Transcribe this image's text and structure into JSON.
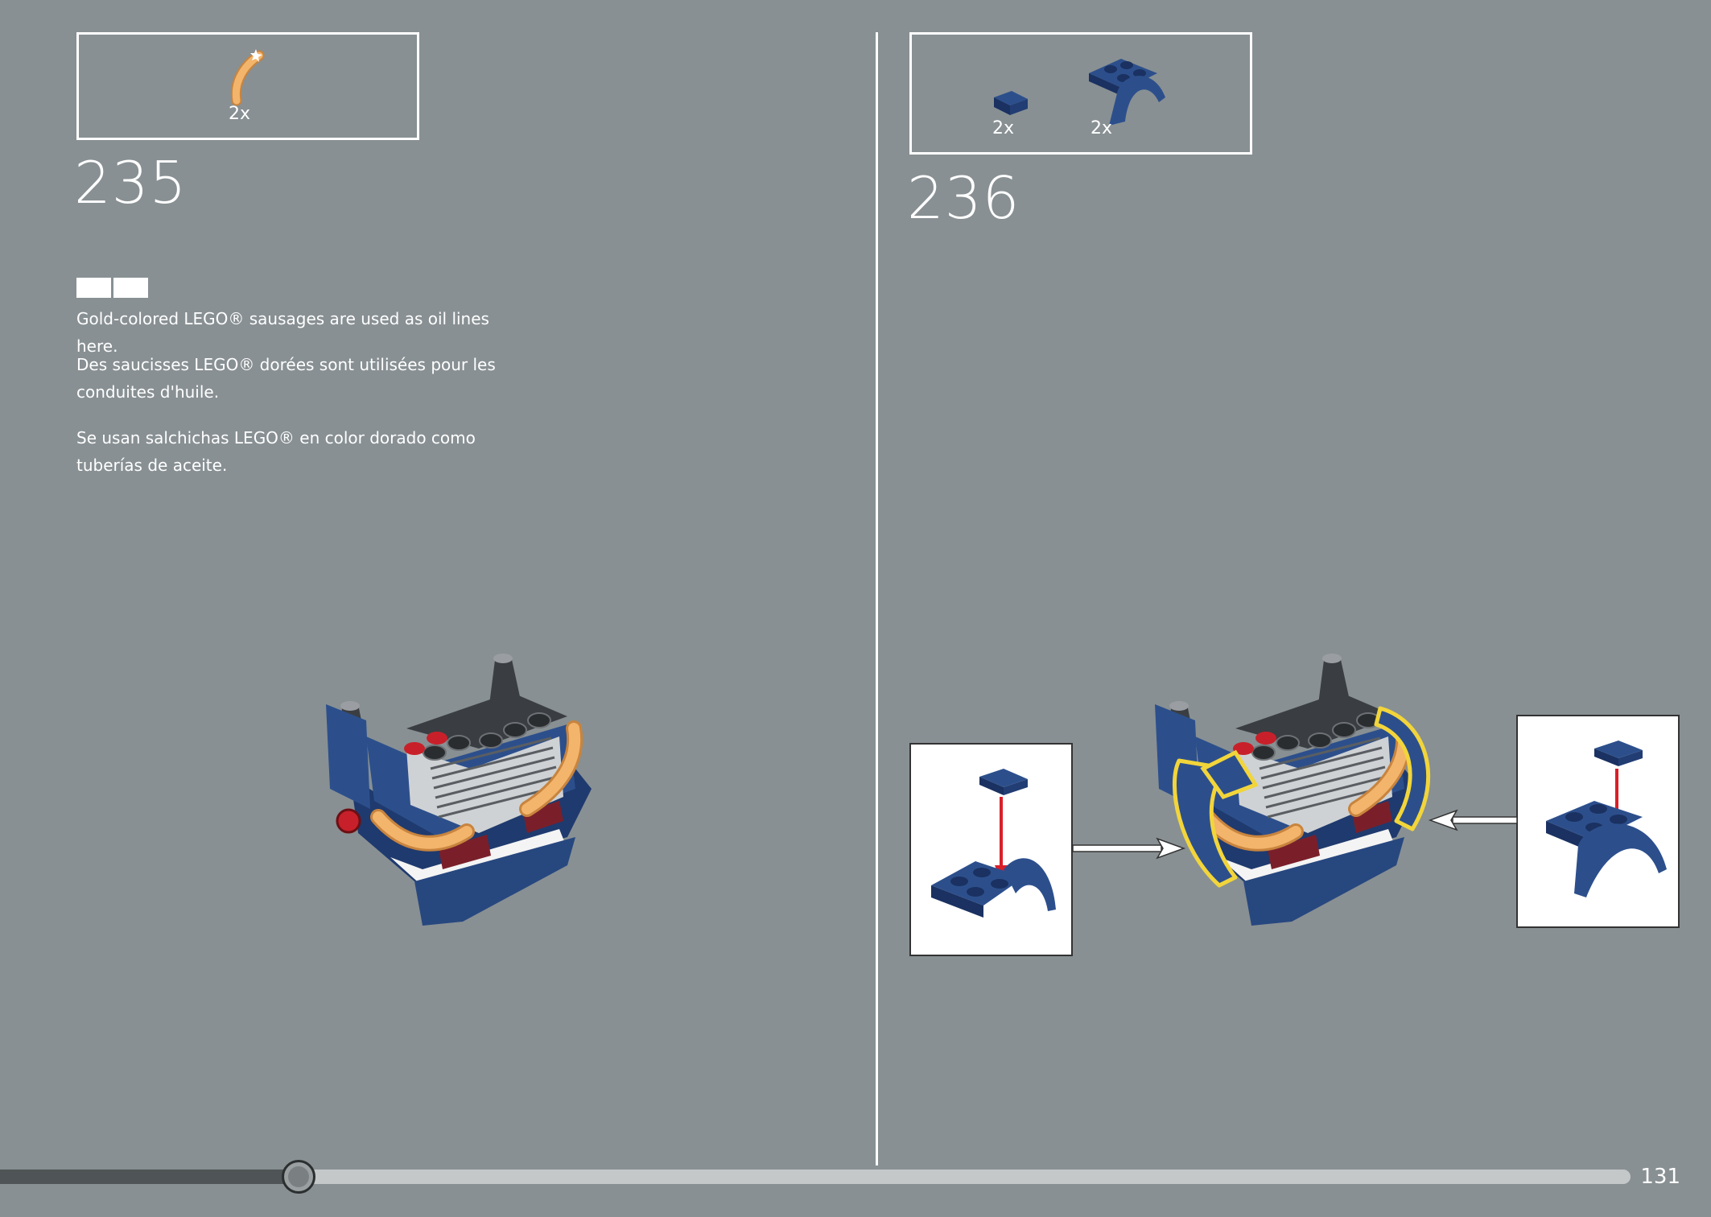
{
  "step_235": {
    "number": "235",
    "parts": [
      {
        "icon": "gold-sausage-piece-icon",
        "qty": "2x"
      }
    ],
    "notes": [
      "Gold-colored LEGO® sausages are used as oil lines here.",
      "Des saucisses LEGO® dorées sont utilisées pour les conduites d'huile.",
      "Se usan salchichas LEGO® en color dorado como tuberías de aceite."
    ]
  },
  "step_236": {
    "number": "236",
    "parts": [
      {
        "icon": "dark-blue-tile-1x1-icon",
        "qty": "2x"
      },
      {
        "icon": "dark-blue-curved-plate-icon",
        "qty": "2x"
      }
    ]
  },
  "viewer": {
    "page_number": "131",
    "progress": 0.183
  },
  "colors": {
    "background": "#889093",
    "dark_blue": "#1f3a6e",
    "gold": "#f3b46b",
    "highlight_yellow": "#f2d53a",
    "arrow_red": "#d8202a"
  }
}
